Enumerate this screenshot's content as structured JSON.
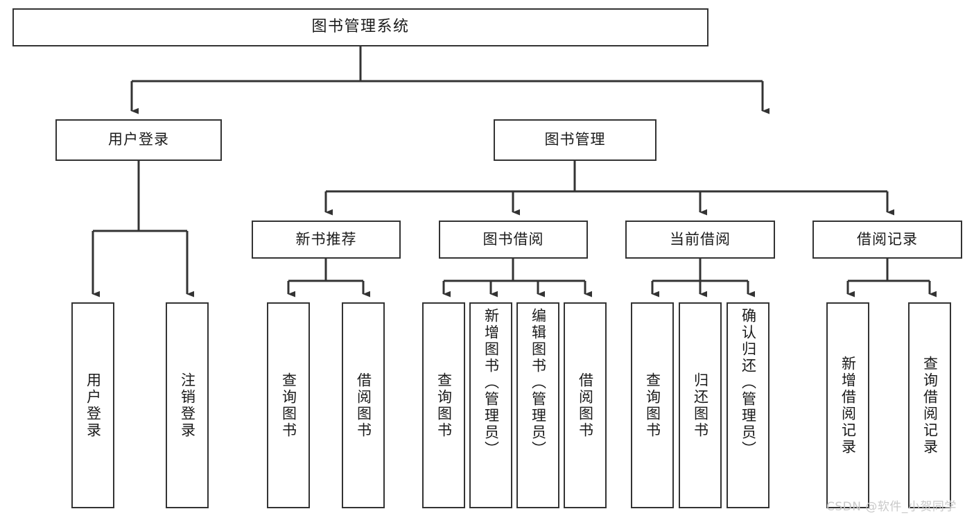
{
  "diagram": {
    "type": "tree",
    "title": "图书管理系统",
    "orientation": "top-down",
    "line_color": "#333333",
    "box_fill": "#ffffff",
    "text_color": "#1a1a1a"
  },
  "nodes": {
    "root": {
      "label": "图书管理系统",
      "level": 0
    },
    "level1": [
      {
        "id": "user-login",
        "label": "用户登录"
      },
      {
        "id": "book-management",
        "label": "图书管理"
      }
    ],
    "level2": [
      {
        "id": "new-book-recommend",
        "label": "新书推荐",
        "parent": "book-management"
      },
      {
        "id": "book-borrow",
        "label": "图书借阅",
        "parent": "book-management"
      },
      {
        "id": "current-borrow",
        "label": "当前借阅",
        "parent": "book-management"
      },
      {
        "id": "borrow-record",
        "label": "借阅记录",
        "parent": "book-management"
      }
    ],
    "leaves": {
      "user-login": [
        {
          "id": "leaf-user-login",
          "label": "用户登录"
        },
        {
          "id": "leaf-user-logout",
          "label": "注销登录"
        }
      ],
      "new-book-recommend": [
        {
          "id": "leaf-query-book-1",
          "label": "查询图书"
        },
        {
          "id": "leaf-borrow-book-1",
          "label": "借阅图书"
        }
      ],
      "book-borrow": [
        {
          "id": "leaf-query-book-2",
          "label": "查询图书"
        },
        {
          "id": "leaf-add-book",
          "label": "新增图书（管理员）"
        },
        {
          "id": "leaf-edit-book",
          "label": "编辑图书（管理员）"
        },
        {
          "id": "leaf-borrow-book-2",
          "label": "借阅图书"
        }
      ],
      "current-borrow": [
        {
          "id": "leaf-query-book-3",
          "label": "查询图书"
        },
        {
          "id": "leaf-return-book",
          "label": "归还图书"
        },
        {
          "id": "leaf-confirm-return",
          "label": "确认归还（管理员）"
        }
      ],
      "borrow-record": [
        {
          "id": "leaf-add-record",
          "label": "新增借阅记录"
        },
        {
          "id": "leaf-query-record",
          "label": "查询借阅记录"
        }
      ]
    }
  },
  "watermark": {
    "text": "CSDN @软件_小贺同学",
    "color": "#c9c9c9"
  }
}
